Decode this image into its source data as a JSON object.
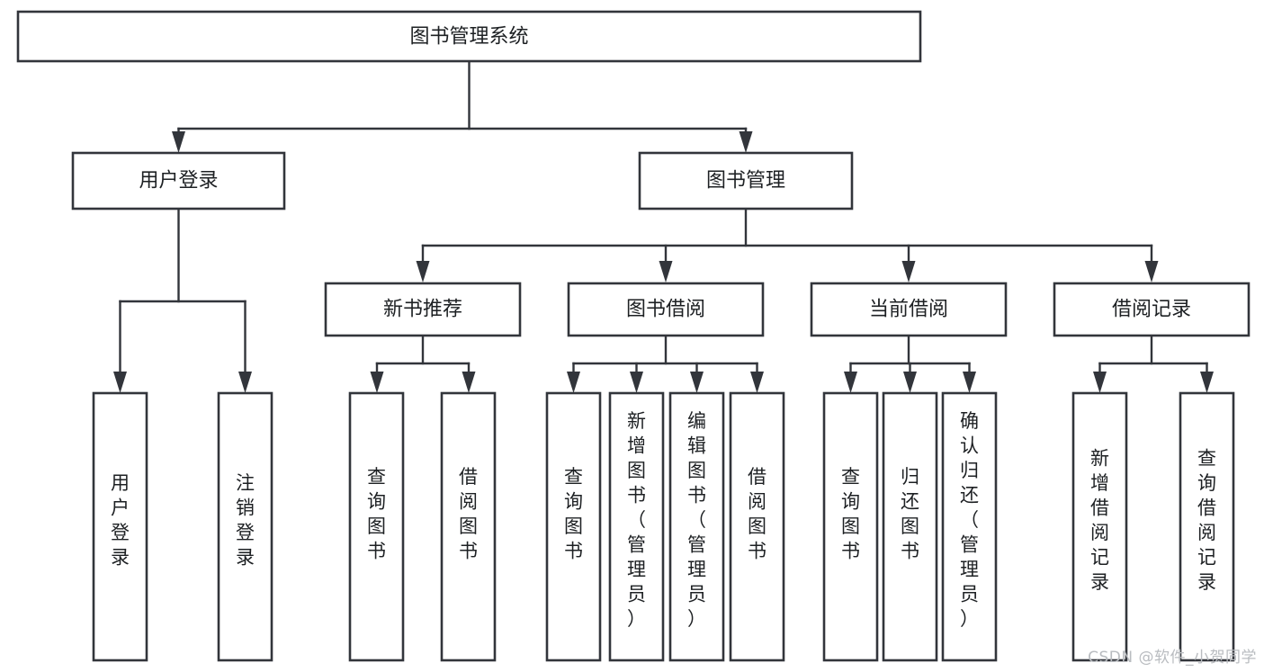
{
  "diagram": {
    "title": "图书管理系统",
    "type": "tree-hierarchy-chart",
    "orientation": "top-down",
    "watermark": "CSDN @软件_小贺同学",
    "colors": {
      "background": "#ffffff",
      "box_fill": "#ffffff",
      "box_stroke": "#32353b",
      "edge": "#32353b",
      "text": "#1d2023",
      "watermark": "#b9bcc0"
    },
    "nodes": {
      "root": {
        "label": "图书管理系统",
        "level": 1,
        "orientation": "horizontal"
      },
      "user_login": {
        "label": "用户登录",
        "level": 2,
        "orientation": "horizontal"
      },
      "book_manage": {
        "label": "图书管理",
        "level": 2,
        "orientation": "horizontal"
      },
      "new_book_rec": {
        "label": "新书推荐",
        "level": 3,
        "orientation": "horizontal"
      },
      "book_borrow": {
        "label": "图书借阅",
        "level": 3,
        "orientation": "horizontal"
      },
      "current_borrow": {
        "label": "当前借阅",
        "level": 3,
        "orientation": "horizontal"
      },
      "borrow_record": {
        "label": "借阅记录",
        "level": 3,
        "orientation": "horizontal"
      },
      "leaf_user_login": {
        "label": "用户登录",
        "level": 3,
        "orientation": "vertical"
      },
      "leaf_logout": {
        "label": "注销登录",
        "level": 3,
        "orientation": "vertical"
      },
      "leaf_query_book_1": {
        "label": "查询图书",
        "level": 4,
        "orientation": "vertical"
      },
      "leaf_borrow_book_1": {
        "label": "借阅图书",
        "level": 4,
        "orientation": "vertical"
      },
      "leaf_query_book_2": {
        "label": "查询图书",
        "level": 4,
        "orientation": "vertical"
      },
      "leaf_add_book": {
        "label": "新增图书（管理员）",
        "level": 4,
        "orientation": "vertical"
      },
      "leaf_edit_book": {
        "label": "编辑图书（管理员）",
        "level": 4,
        "orientation": "vertical"
      },
      "leaf_borrow_book_2": {
        "label": "借阅图书",
        "level": 4,
        "orientation": "vertical"
      },
      "leaf_query_book_3": {
        "label": "查询图书",
        "level": 4,
        "orientation": "vertical"
      },
      "leaf_return_book": {
        "label": "归还图书",
        "level": 4,
        "orientation": "vertical"
      },
      "leaf_confirm_return": {
        "label": "确认归还（管理员）",
        "level": 4,
        "orientation": "vertical"
      },
      "leaf_add_record": {
        "label": "新增借阅记录",
        "level": 4,
        "orientation": "vertical"
      },
      "leaf_query_record": {
        "label": "查询借阅记录",
        "level": 4,
        "orientation": "vertical"
      }
    },
    "edges": [
      {
        "from": "root",
        "to": "user_login"
      },
      {
        "from": "root",
        "to": "book_manage"
      },
      {
        "from": "user_login",
        "to": "leaf_user_login"
      },
      {
        "from": "user_login",
        "to": "leaf_logout"
      },
      {
        "from": "book_manage",
        "to": "new_book_rec"
      },
      {
        "from": "book_manage",
        "to": "book_borrow"
      },
      {
        "from": "book_manage",
        "to": "current_borrow"
      },
      {
        "from": "book_manage",
        "to": "borrow_record"
      },
      {
        "from": "new_book_rec",
        "to": "leaf_query_book_1"
      },
      {
        "from": "new_book_rec",
        "to": "leaf_borrow_book_1"
      },
      {
        "from": "book_borrow",
        "to": "leaf_query_book_2"
      },
      {
        "from": "book_borrow",
        "to": "leaf_add_book"
      },
      {
        "from": "book_borrow",
        "to": "leaf_edit_book"
      },
      {
        "from": "book_borrow",
        "to": "leaf_borrow_book_2"
      },
      {
        "from": "current_borrow",
        "to": "leaf_query_book_3"
      },
      {
        "from": "current_borrow",
        "to": "leaf_return_book"
      },
      {
        "from": "current_borrow",
        "to": "leaf_confirm_return"
      },
      {
        "from": "borrow_record",
        "to": "leaf_add_record"
      },
      {
        "from": "borrow_record",
        "to": "leaf_query_record"
      }
    ]
  }
}
